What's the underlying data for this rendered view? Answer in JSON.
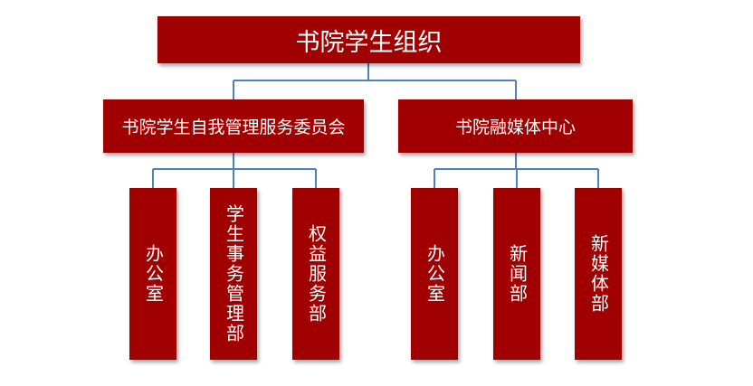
{
  "root": {
    "label": "书院学生组织"
  },
  "branches": [
    {
      "label": "书院学生自我管理服务委员会",
      "departments": [
        "办公室",
        "学生事务管理部",
        "权益服务部"
      ]
    },
    {
      "label": "书院融媒体中心",
      "departments": [
        "办公室",
        "新闻部",
        "新媒体部"
      ]
    }
  ],
  "colors": {
    "box": "#a00000",
    "connector": "#4f81bd",
    "text": "#ffffff"
  }
}
